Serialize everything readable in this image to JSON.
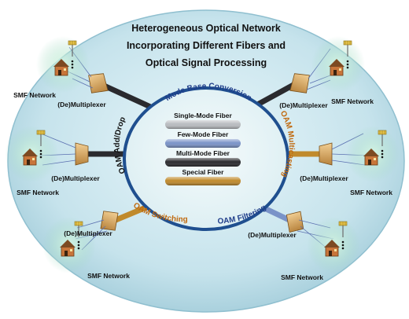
{
  "title": {
    "line1": "Heterogeneous Optical Network",
    "line2": "Incorporating Different Fibers and",
    "line3": "Optical Signal Processing"
  },
  "ring": {
    "top": "Mode Base Conversion",
    "left": "OAM Add/Drop",
    "right": "OAM Multicasting",
    "bottom_left": "OAM Switching",
    "bottom_right": "OAM Filtering"
  },
  "fibers": [
    {
      "label": "Single-Mode Fiber",
      "color": "#b9bcc0"
    },
    {
      "label": "Few-Mode Fiber",
      "color": "#7a93c8"
    },
    {
      "label": "Multi-Mode Fiber",
      "color": "#2a2a2e"
    },
    {
      "label": "Special Fiber",
      "color": "#c08a2c"
    }
  ],
  "nodes": {
    "top_left": {
      "network": "SMF Network",
      "mux": "(De)Multiplexer"
    },
    "mid_left": {
      "network": "SMF Network",
      "mux": "(De)Multiplexer"
    },
    "bottom_left": {
      "network": "SMF Network",
      "mux": "(De)Multiplexer"
    },
    "top_right": {
      "network": "SMF Network",
      "mux": "(De)Multiplexer"
    },
    "mid_right": {
      "network": "SMF Network",
      "mux": "(De)Multiplexer"
    },
    "bottom_right": {
      "network": "SMF Network",
      "mux": "(De)Multiplexer"
    }
  },
  "colors": {
    "outer_fill": "#c9e5ee",
    "inner_fill": "#e6f2f4",
    "ring_label_blue": "#1f3d8a",
    "ring_label_orange": "#c06a10",
    "mux_fill": "#d9a55a"
  }
}
